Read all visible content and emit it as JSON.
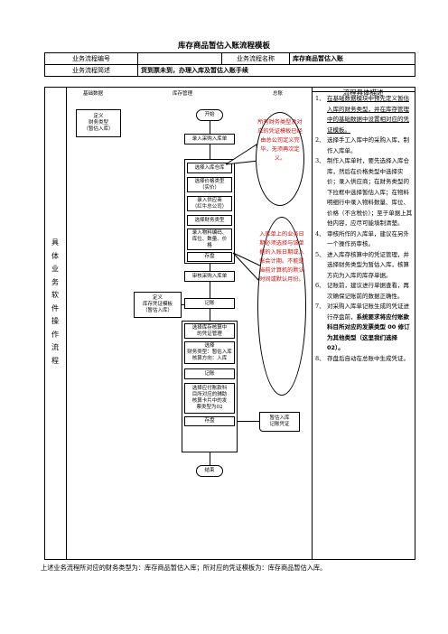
{
  "doc": {
    "title": "库存商品暂估入账流程模板",
    "header": {
      "code_label": "业务流程编号",
      "name_label": "业务流程名称",
      "name_value": "库存商品暂估入账",
      "brief_label": "业务流程简述",
      "brief_value": "货到票未到，办理入库及暂估入账手续"
    },
    "left_label": [
      "具",
      "体",
      "业",
      "务",
      "软",
      "件",
      "操",
      "作",
      "流",
      "程"
    ],
    "columns": [
      "基础数据",
      "库存管理",
      "总账"
    ],
    "desc_title": "流程具体描述",
    "base_box1": [
      "定义",
      "财务类型",
      "（暂估入库）"
    ],
    "base_box2": [
      "定义",
      "库存凭证模板",
      "（暂估入库）"
    ],
    "flow": {
      "start": "开始",
      "step1": "录入采购入库单",
      "step2a": "选择入库仓库",
      "step2b": [
        "选择价格类型",
        "（实价）"
      ],
      "step2c": [
        "录入供应商",
        "（红牛总公司）"
      ],
      "step2d": "选择财务类型",
      "step2e": [
        "录入物料编码、",
        "库位、数量、价",
        "格"
      ],
      "step2f": "存盘",
      "step3": "审核采购入库单",
      "step4": "记账",
      "step5a": [
        "选择库存核算中",
        "的凭证管理"
      ],
      "step5b": [
        "选择",
        "财务类型：暂估入库",
        "核算方向：入库"
      ],
      "step5c": "记账",
      "step5d": [
        "选择应付账款科",
        "目所对应的辅助",
        "核算卡片中的发",
        "票类型为02"
      ],
      "step5e": "存盘",
      "end": "结束"
    },
    "gl_box": [
      "暂估入库",
      "记账凭证"
    ],
    "bubble1": "所有财务类型及对应的凭证模板已经由总公司定义完毕，无须再次定义。",
    "bubble2": "入库单上的业务日期必须选择与该单据的入账日期或入账会计期。不能是当前计算机的默认时间或默认月份。",
    "desc": [
      {
        "n": "1、",
        "t": "在基础数据模块中预先定义暂估入库的财务类型，并在库存管理中的基础数据中设置相对应的凭证模板。"
      },
      {
        "n": "2、",
        "t": "选择手工入库中的采购入库，制作入库单。"
      },
      {
        "n": "3、",
        "t": "制作入库单时，要先选择入库仓库，然后在价格类型中选择实价；录入供应商；在财务类型的下拉框中选择暂估入库；在物料明细行中录入物料数量、库位、价格（不含税价）；至于单据上其他内容，应尽可能填制清楚。"
      },
      {
        "n": "4、",
        "t": "审核所作的入库单，建议在另外一个操作员审核。"
      },
      {
        "n": "5、",
        "t": "进入库存核算中的凭证管理，并选择财务类型为暂估入库，核算方向为入库的库存单据。"
      },
      {
        "n": "6、",
        "t": "记账前，建议进行单据查看，再次确保记账前的数据正确性。"
      },
      {
        "n": "7、",
        "t": "对采购入库单记账生成的凭证进行存盘前，",
        "b": "系统要求将应付账款科目所对应的发票类型 00 修订为其他类型（这里我们选择 02）。"
      },
      {
        "n": "8、",
        "t": "存盘后自动在总账中生成凭证。"
      }
    ],
    "footer": "上述业务流程所对应的财务类型为：库存商品暂估入库；所对应的凭证模板为：库存商品暂估入库。",
    "colors": {
      "bubble_text": "#d01010"
    }
  }
}
